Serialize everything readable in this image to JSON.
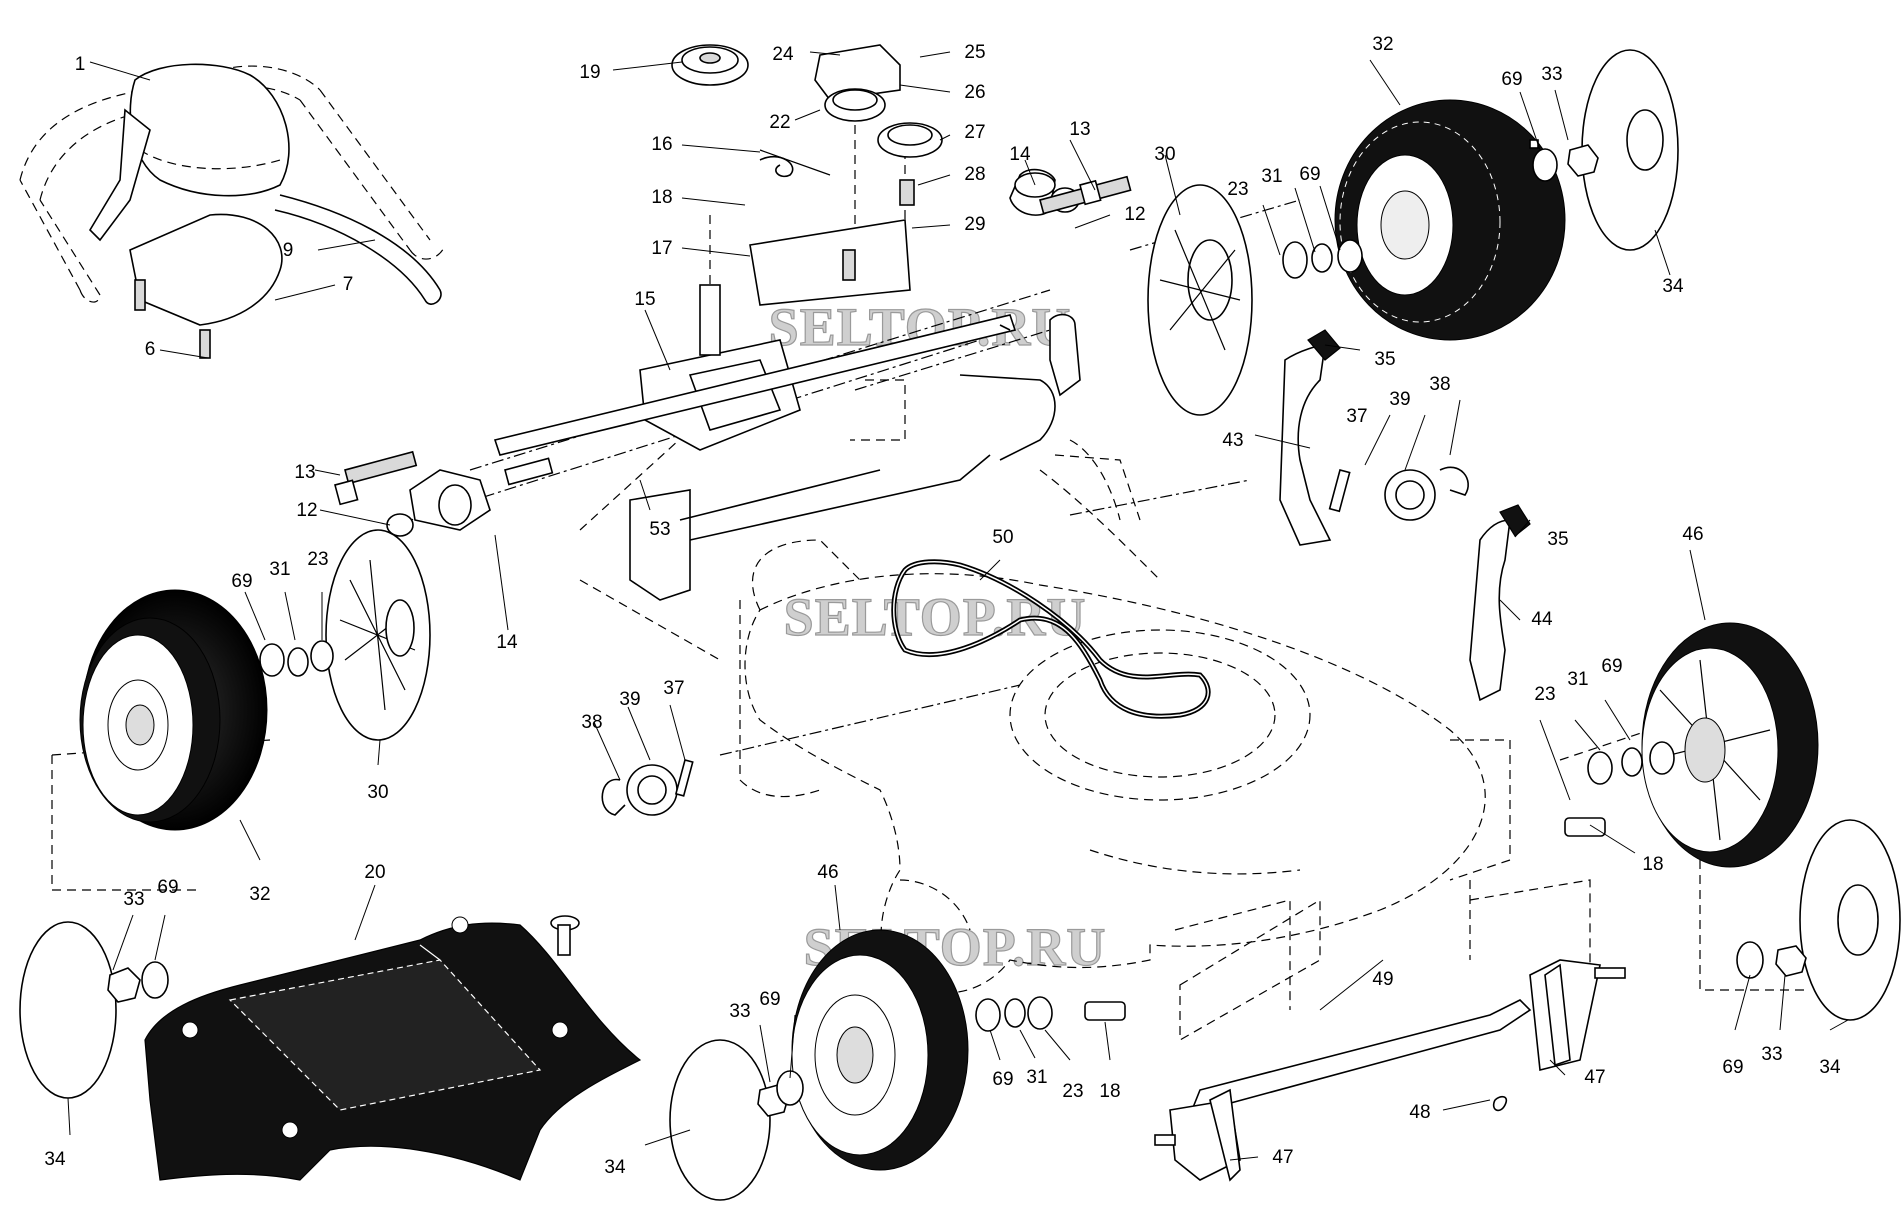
{
  "watermarks": [
    "SELTOP.RU",
    "SELTOP.RU",
    "SELTOP.RU"
  ],
  "callouts": [
    "1",
    "9",
    "7",
    "6",
    "19",
    "24",
    "25",
    "26",
    "22",
    "27",
    "16",
    "28",
    "18",
    "29",
    "17",
    "15",
    "13",
    "14",
    "12",
    "30",
    "32",
    "23",
    "31",
    "69",
    "69",
    "33",
    "34",
    "35",
    "39",
    "38",
    "37",
    "43",
    "13",
    "12",
    "14",
    "53",
    "50",
    "69",
    "31",
    "23",
    "30",
    "32",
    "38",
    "39",
    "37",
    "35",
    "44",
    "46",
    "23",
    "31",
    "69",
    "18",
    "20",
    "33",
    "69",
    "34",
    "46",
    "69",
    "33",
    "34",
    "69",
    "31",
    "23",
    "18",
    "49",
    "47",
    "48",
    "47",
    "69",
    "33",
    "34"
  ]
}
